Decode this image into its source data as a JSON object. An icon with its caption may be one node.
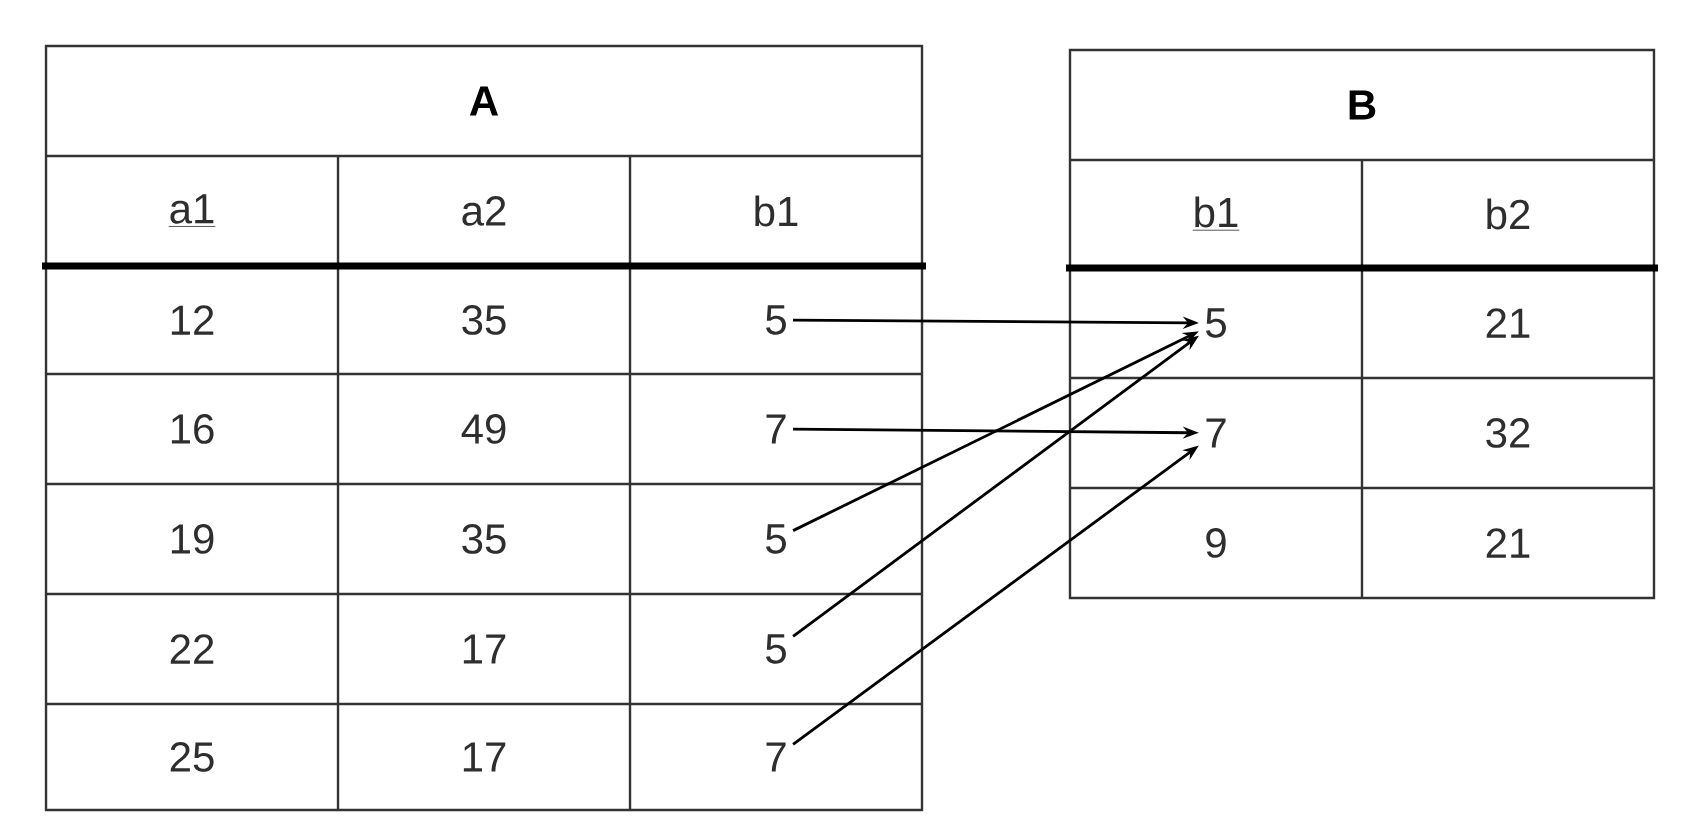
{
  "diagram": {
    "nodes": [
      {
        "text": [
          "A"
        ]
      },
      {
        "text": [
          "a1"
        ],
        "in": 0
      },
      {
        "text": [
          "a2"
        ],
        "in": 0
      },
      {
        "text": [
          "b1"
        ],
        "in": 0
      },
      {
        "text": [
          "12"
        ],
        "in": 0
      },
      {
        "text": [
          "35"
        ],
        "in": 0
      },
      {
        "text": [
          "5"
        ],
        "in": 0
      },
      {
        "text": [
          "16"
        ],
        "in": 0
      },
      {
        "text": [
          "49"
        ],
        "in": 0
      },
      {
        "text": [
          "7"
        ],
        "in": 0
      },
      {
        "text": [
          "19"
        ],
        "in": 0
      },
      {
        "text": [
          "35"
        ],
        "in": 0
      },
      {
        "text": [
          "5"
        ],
        "in": 0
      },
      {
        "text": [
          "22"
        ],
        "in": 0
      },
      {
        "text": [
          "17"
        ],
        "in": 0
      },
      {
        "text": [
          "5"
        ],
        "in": 0
      },
      {
        "text": [
          "25"
        ],
        "in": 0
      },
      {
        "text": [
          "17"
        ],
        "in": 0
      },
      {
        "text": [
          "7"
        ],
        "in": 0
      },
      {
        "text": [
          "B"
        ]
      },
      {
        "text": [
          "b1"
        ],
        "in": 19
      },
      {
        "text": [
          "b2"
        ],
        "in": 19
      },
      {
        "text": [
          "5"
        ],
        "in": 19
      },
      {
        "text": [
          "21"
        ],
        "in": 19
      },
      {
        "text": [
          "7"
        ],
        "in": 19
      },
      {
        "text": [
          "32"
        ],
        "in": 19
      },
      {
        "text": [
          "9"
        ],
        "in": 19
      },
      {
        "text": [
          "21"
        ],
        "in": 19
      }
    ],
    "edges": [
      {
        "from": 6,
        "to": 22,
        "arrow": "to"
      },
      {
        "from": 9,
        "to": 24,
        "arrow": "to"
      },
      {
        "from": 12,
        "to": 22,
        "arrow": "to"
      },
      {
        "from": 15,
        "to": 22,
        "arrow": "to"
      },
      {
        "from": 18,
        "to": 24,
        "arrow": "to"
      }
    ]
  }
}
